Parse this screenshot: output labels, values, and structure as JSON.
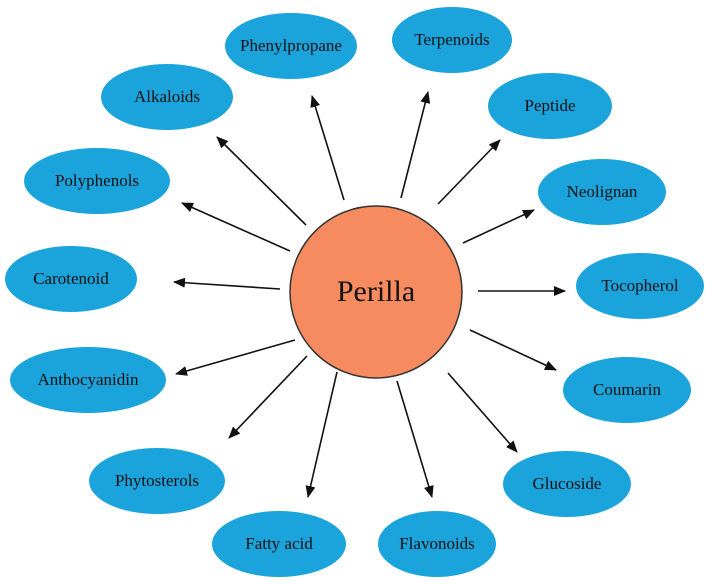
{
  "center": {
    "label": "Perilla",
    "fill": "#f58b5e",
    "stroke": "#333333"
  },
  "node_fill": "#1ba3dc",
  "arrow_color": "#111111",
  "nodes": [
    {
      "id": "phenylpropane",
      "label": "Phenylpropane"
    },
    {
      "id": "terpenoids",
      "label": "Terpenoids"
    },
    {
      "id": "peptide",
      "label": "Peptide"
    },
    {
      "id": "neolignan",
      "label": "Neolignan"
    },
    {
      "id": "tocopherol",
      "label": "Tocopherol"
    },
    {
      "id": "coumarin",
      "label": "Coumarin"
    },
    {
      "id": "glucoside",
      "label": "Glucoside"
    },
    {
      "id": "flavonoids",
      "label": "Flavonoids"
    },
    {
      "id": "fatty-acid",
      "label": "Fatty acid"
    },
    {
      "id": "phytosterols",
      "label": "Phytosterols"
    },
    {
      "id": "anthocyanidin",
      "label": "Anthocyanidin"
    },
    {
      "id": "carotenoid",
      "label": "Carotenoid"
    },
    {
      "id": "polyphenols",
      "label": "Polyphenols"
    },
    {
      "id": "alkaloids",
      "label": "Alkaloids"
    }
  ]
}
